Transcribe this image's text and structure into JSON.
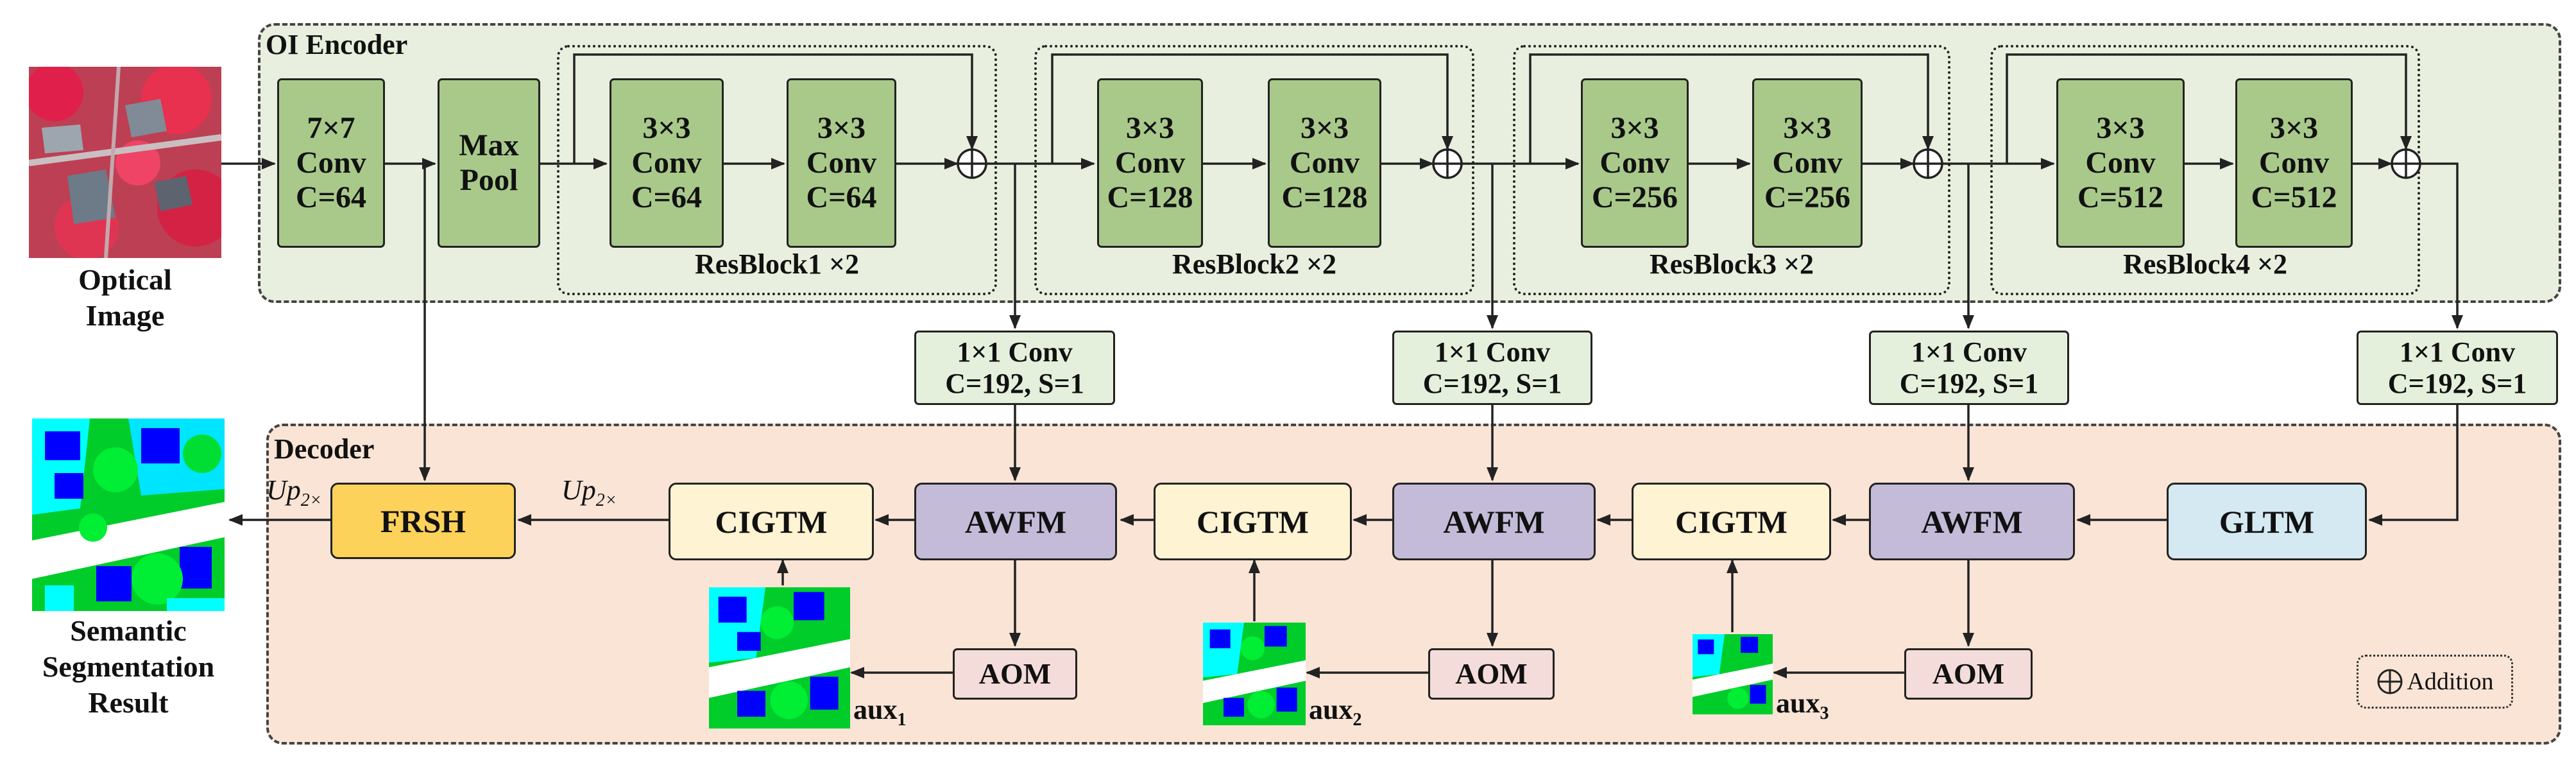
{
  "regions": {
    "encoder_title": "OI Encoder",
    "decoder_title": "Decoder"
  },
  "input": {
    "label": "Optical\nImage"
  },
  "output": {
    "label": "Semantic\nSegmentation\nResult"
  },
  "encoder": {
    "stem_conv": "7×7\nConv\nC=64",
    "max_pool": "Max\nPool",
    "resblocks": [
      {
        "label": "ResBlock1 ×2",
        "conv_a": "3×3\nConv\nC=64",
        "conv_b": "3×3\nConv\nC=64"
      },
      {
        "label": "ResBlock2 ×2",
        "conv_a": "3×3\nConv\nC=128",
        "conv_b": "3×3\nConv\nC=128"
      },
      {
        "label": "ResBlock3 ×2",
        "conv_a": "3×3\nConv\nC=256",
        "conv_b": "3×3\nConv\nC=256"
      },
      {
        "label": "ResBlock4 ×2",
        "conv_a": "3×3\nConv\nC=512",
        "conv_b": "3×3\nConv\nC=512"
      }
    ]
  },
  "projections": [
    "1×1 Conv\nC=192, S=1",
    "1×1 Conv\nC=192, S=1",
    "1×1 Conv\nC=192, S=1",
    "1×1 Conv\nC=192, S=1"
  ],
  "decoder": {
    "frsh": "FRSH",
    "gltm": "GLTM",
    "cigtm": [
      "CIGTM",
      "CIGTM",
      "CIGTM"
    ],
    "awfm": [
      "AWFM",
      "AWFM",
      "AWFM"
    ],
    "aom": [
      "AOM",
      "AOM",
      "AOM"
    ],
    "up_labels": [
      {
        "main": "Up",
        "sub": "2×"
      },
      {
        "main": "Up",
        "sub": "2×"
      }
    ]
  },
  "aux_outputs": [
    {
      "main": "aux",
      "sub": "1"
    },
    {
      "main": "aux",
      "sub": "2"
    },
    {
      "main": "aux",
      "sub": "3"
    }
  ],
  "legend": {
    "label": "Addition"
  },
  "colors": {
    "encoder_bg": "#e8efde",
    "decoder_bg": "#f9e4d6",
    "conv": "#a9c98b",
    "awfm": "#c4bbd8",
    "cigtm": "#fef3d2",
    "frsh": "#fdd25a",
    "gltm": "#d5e9f2",
    "aom": "#f3dcd9"
  }
}
